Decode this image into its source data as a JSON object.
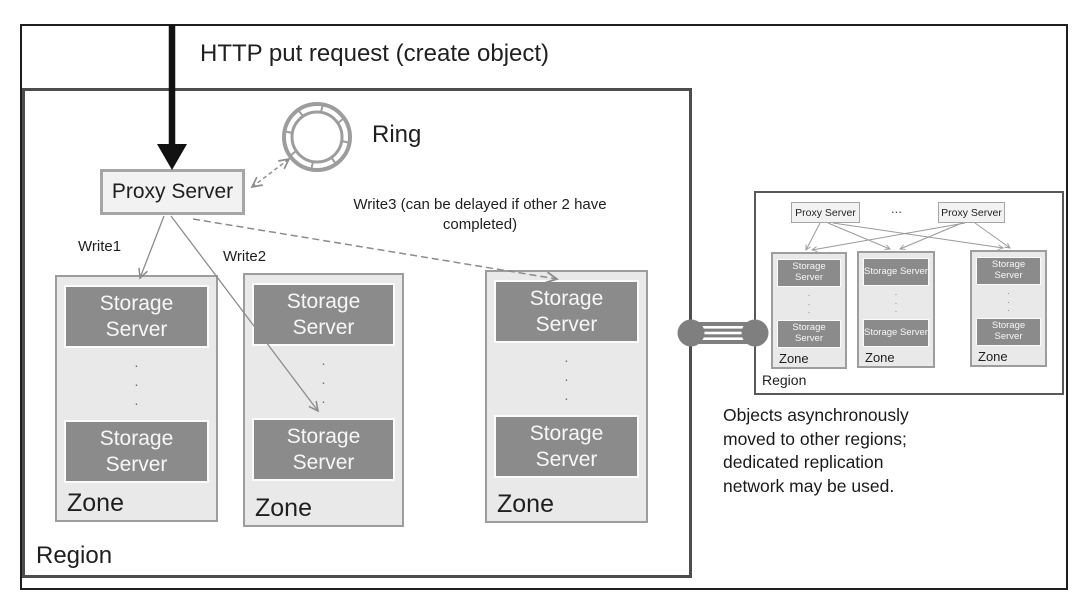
{
  "title": "HTTP put request (create object)",
  "ring": {
    "label": "Ring"
  },
  "main_region": {
    "label": "Region",
    "proxy_label": "Proxy Server",
    "write1_label": "Write1",
    "write2_label": "Write2",
    "write3_line1": "Write3 (can be delayed if other 2 have",
    "write3_line2": "completed)",
    "zones": [
      {
        "label": "Zone",
        "servers": [
          "Storage Server",
          "Storage Server"
        ],
        "dots": ".\n.\n."
      },
      {
        "label": "Zone",
        "servers": [
          "Storage Server",
          "Storage Server"
        ],
        "dots": ".\n.\n."
      },
      {
        "label": "Zone",
        "servers": [
          "Storage Server",
          "Storage Server"
        ],
        "dots": ".\n.\n."
      }
    ]
  },
  "remote_region": {
    "label": "Region",
    "proxies": [
      "Proxy Server",
      "Proxy Server"
    ],
    "ellipsis": "...",
    "zones": [
      {
        "label": "Zone",
        "servers": [
          "Storage Server",
          "Storage Server"
        ],
        "dots": ".\n.\n."
      },
      {
        "label": "Zone",
        "servers": [
          "Storage Server",
          "Storage Server"
        ],
        "dots": ".\n.\n."
      },
      {
        "label": "Zone",
        "servers": [
          "Storage Server",
          "Storage Server"
        ],
        "dots": ".\n.\n."
      }
    ]
  },
  "caption": {
    "lines": [
      "Objects asynchronously",
      "moved to other regions;",
      "dedicated replication",
      "network may be used."
    ]
  },
  "colors": {
    "outer_border": "#1f1f1f",
    "region_border": "#4d4d4d",
    "zone_fill": "#e9e9e9",
    "zone_border": "#9d9d9d",
    "storage_fill": "#8b8b8b",
    "proxy_fill": "#f2f2f2",
    "proxy_border": "#a6a6a6",
    "arrow_gray": "#8c8c8c",
    "replication_link_gray": "#7f7f7f"
  }
}
